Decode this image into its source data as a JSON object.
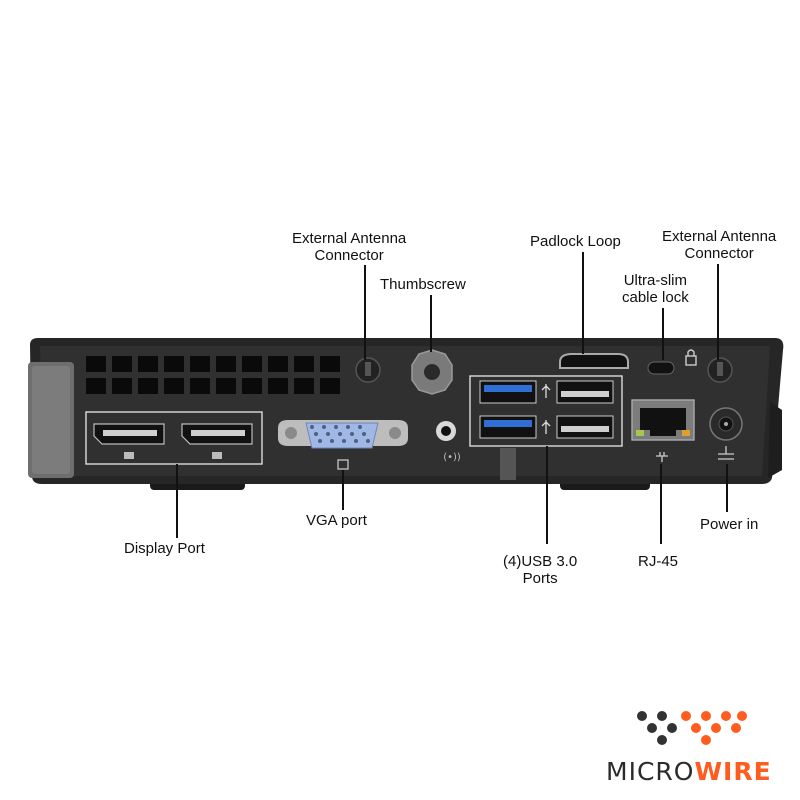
{
  "labels": {
    "antenna_left": [
      "External Antenna",
      "Connector"
    ],
    "thumbscrew": "Thumbscrew",
    "padlock_loop": "Padlock Loop",
    "antenna_right": [
      "External Antenna",
      "Connector"
    ],
    "cable_lock": [
      "Ultra-slim",
      "cable lock"
    ],
    "display_port": "Display Port",
    "vga_port": "VGA port",
    "usb_ports": [
      "(4)USB 3.0",
      "Ports"
    ],
    "rj45": "RJ-45",
    "power_in": "Power in"
  },
  "brand": {
    "part1": "MICRO",
    "part2": "WIRE"
  },
  "colors": {
    "brand_dark": "#2b2b2b",
    "brand_orange": "#ff5c1f",
    "usb_blue": "#2f6fd6",
    "vga_blue": "#9fb8e6"
  },
  "icons": [
    "displayport-icon",
    "vga-icon",
    "usb-icon",
    "lock-icon",
    "network-icon",
    "power-icon",
    "audio-icon"
  ]
}
